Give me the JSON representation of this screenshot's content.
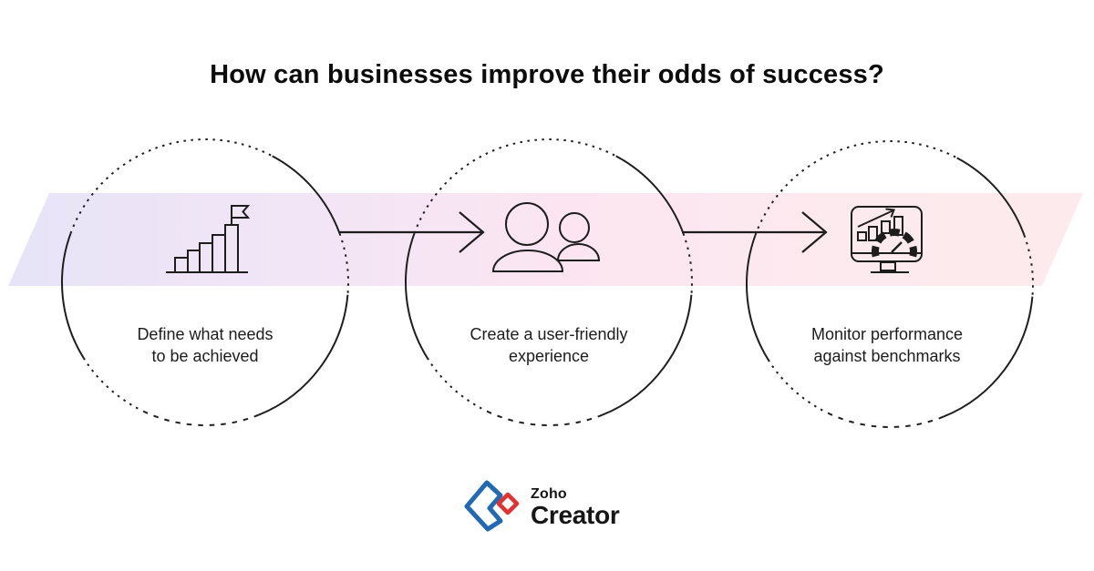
{
  "title": "How can businesses improve their odds of success?",
  "steps": [
    {
      "icon": "goal-progress-flag-icon",
      "label_line1": "Define what needs",
      "label_line2": "to be achieved"
    },
    {
      "icon": "users-icon",
      "label_line1": "Create a user-friendly",
      "label_line2": "experience"
    },
    {
      "icon": "performance-dashboard-icon",
      "label_line1": "Monitor performance",
      "label_line2": "against benchmarks"
    }
  ],
  "logo": {
    "brand": "Zoho",
    "product": "Creator"
  },
  "colors": {
    "background": "#ffffff",
    "band_gradient_left": "#e7e4f7",
    "band_gradient_mid": "#fce5f1",
    "band_gradient_right": "#fdeaec",
    "line": "#1d1d1d",
    "logo_blue": "#2269b3",
    "logo_red": "#e23130"
  }
}
